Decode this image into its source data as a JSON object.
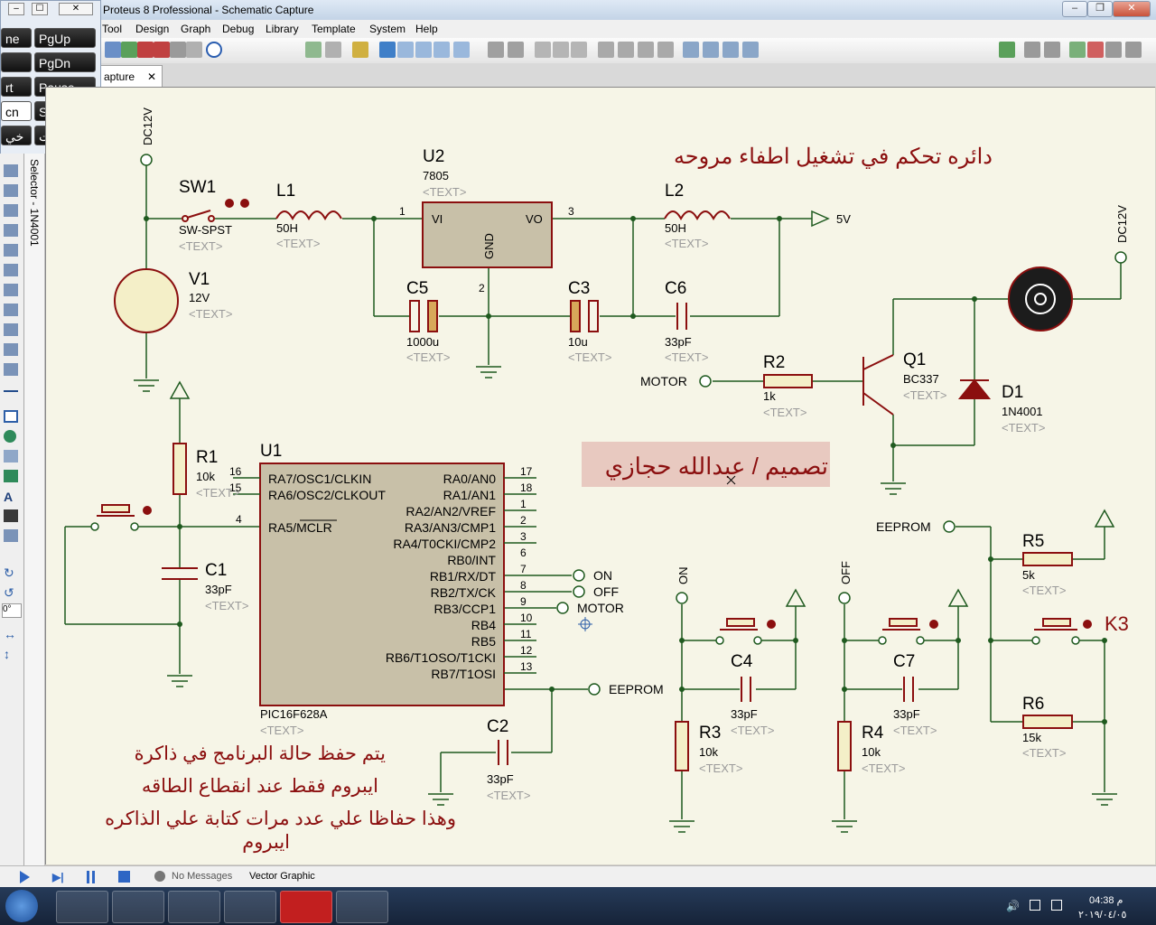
{
  "window": {
    "title": "Proteus 8 Professional - Schematic Capture",
    "controls": [
      "–",
      "❐",
      "✕"
    ]
  },
  "menu": [
    "Tool",
    "Design",
    "Graph",
    "Debug",
    "Library",
    "Template",
    "System",
    "Help"
  ],
  "tab": {
    "label": "apture",
    "close": "✕"
  },
  "osk_keys": {
    "left": [
      "ne",
      "",
      "rt",
      "cn",
      "خي"
    ],
    "right": [
      "PgUp",
      "PgDn",
      "Pause",
      "ScrLk",
      "تعليمات"
    ],
    "top_controls": [
      "–",
      "☐",
      "✕"
    ]
  },
  "selector_label": "Selector - 1N4001",
  "left_field": "0°",
  "schematic": {
    "title_arabic": "دائره تحكم في تشغيل اطفاء مروحه",
    "designer_arabic": "تصميم / عبدالله حجازي",
    "note_line1": "يتم حفظ حالة البرنامج في ذاكرة",
    "note_line2": "ايبروم فقط عند انقطاع الطاقه",
    "note_line3": "وهذا حفاظا علي عدد مرات كتابة علي الذاكره",
    "note_line4": "ايبروم",
    "text_placeholder": "<TEXT>",
    "dc12v": "DC12V",
    "sw1": {
      "ref": "SW1",
      "value": "SW-SPST"
    },
    "l1": {
      "ref": "L1",
      "value": "50H"
    },
    "l2": {
      "ref": "L2",
      "value": "50H"
    },
    "u2": {
      "ref": "U2",
      "value": "7805",
      "vi": "VI",
      "vo": "VO",
      "gnd": "GND",
      "pin1": "1",
      "pin2": "2",
      "pin3": "3"
    },
    "v1": {
      "ref": "V1",
      "value": "12V"
    },
    "c5": {
      "ref": "C5",
      "value": "1000u"
    },
    "c3": {
      "ref": "C3",
      "value": "10u"
    },
    "c6": {
      "ref": "C6",
      "value": "33pF"
    },
    "out5v": "5V",
    "r2": {
      "ref": "R2",
      "value": "1k"
    },
    "motor_label": "MOTOR",
    "q1": {
      "ref": "Q1",
      "value": "BC337"
    },
    "d1": {
      "ref": "D1",
      "value": "1N4001"
    },
    "r1": {
      "ref": "R1",
      "value": "10k"
    },
    "c1": {
      "ref": "C1",
      "value": "33pF"
    },
    "u1": {
      "ref": "U1",
      "value": "PIC16F628A",
      "left_pins": [
        {
          "num": "16",
          "name": "RA7/OSC1/CLKIN"
        },
        {
          "num": "15",
          "name": "RA6/OSC2/CLKOUT"
        },
        {
          "num": "4",
          "name": "RA5/MCLR"
        }
      ],
      "right_pins": [
        {
          "num": "17",
          "name": "RA0/AN0"
        },
        {
          "num": "18",
          "name": "RA1/AN1"
        },
        {
          "num": "1",
          "name": "RA2/AN2/VREF"
        },
        {
          "num": "2",
          "name": "RA3/AN3/CMP1"
        },
        {
          "num": "3",
          "name": "RA4/T0CKI/CMP2"
        },
        {
          "num": "6",
          "name": "RB0/INT"
        },
        {
          "num": "7",
          "name": "RB1/RX/DT"
        },
        {
          "num": "8",
          "name": "RB2/TX/CK"
        },
        {
          "num": "9",
          "name": "RB3/CCP1"
        },
        {
          "num": "10",
          "name": "RB4"
        },
        {
          "num": "11",
          "name": "RB5"
        },
        {
          "num": "12",
          "name": "RB6/T1OSO/T1CKI"
        },
        {
          "num": "13",
          "name": "RB7/T1OSI"
        }
      ]
    },
    "term_on": "ON",
    "term_off": "OFF",
    "term_motor": "MOTOR",
    "term_eeprom": "EEPROM",
    "c2": {
      "ref": "C2",
      "value": "33pF"
    },
    "c4": {
      "ref": "C4",
      "value": "33pF"
    },
    "c7": {
      "ref": "C7",
      "value": "33pF"
    },
    "r3": {
      "ref": "R3",
      "value": "10k"
    },
    "r4": {
      "ref": "R4",
      "value": "10k"
    },
    "r5": {
      "ref": "R5",
      "value": "5k"
    },
    "r6": {
      "ref": "R6",
      "value": "15k"
    },
    "k3": "K3",
    "on_vert": "ON",
    "off_vert": "OFF",
    "eeprom_right": "EEPROM"
  },
  "status": {
    "messages": "No Messages",
    "mode": "Vector Graphic"
  },
  "clock": {
    "time": "04:38 م",
    "date": "٢٠١٩/٠٤/٠٥"
  },
  "colors": {
    "wire": "#1f5a1f",
    "component": "#8b0f0f",
    "canvas": "#f6f5e7",
    "text_placeholder": "#9a9a9a"
  }
}
